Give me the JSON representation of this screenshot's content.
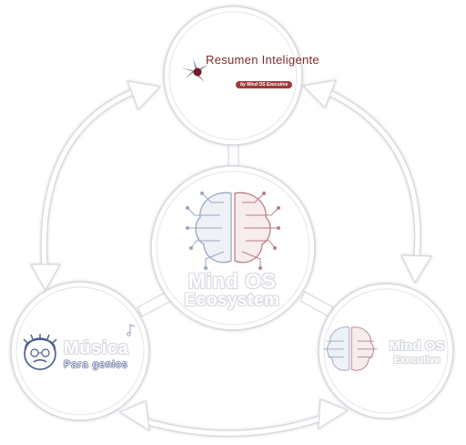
{
  "center": {
    "title": "Mind OS",
    "subtitle": "Ecosystem",
    "icon": "brain-circuit-icon"
  },
  "nodes": {
    "resumen": {
      "title": "Resumen Inteligente",
      "badge": "by Mind OS Executive",
      "icon": "starburst-icon",
      "accent": "#7e2a2f"
    },
    "musica": {
      "title": "Música",
      "subtitle": "Para genios",
      "icon": "genius-face-icon",
      "accent": "#6f7ba3"
    },
    "executive": {
      "title": "Mind OS",
      "subtitle": "Executive",
      "icon": "brain-circuit-icon"
    }
  },
  "colors": {
    "ring": "#d6d9de",
    "brain_left": "#9aa7c2",
    "brain_right": "#b98087",
    "badge": "#9e3a36"
  }
}
